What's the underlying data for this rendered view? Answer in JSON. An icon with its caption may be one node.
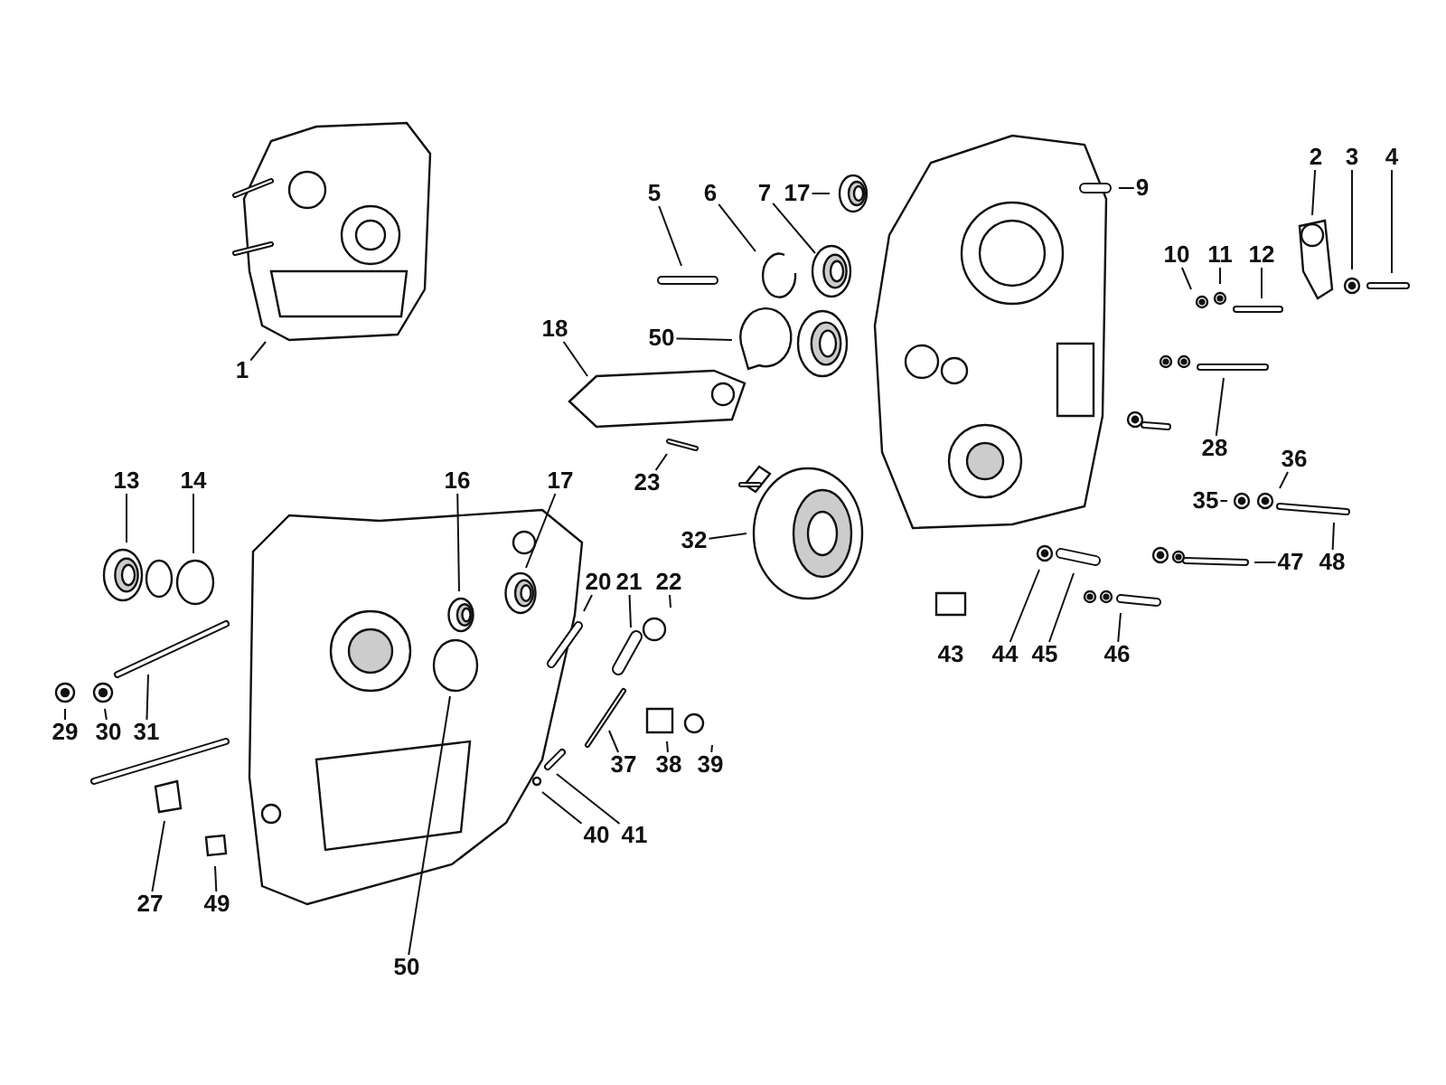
{
  "diagram": {
    "nodes": [
      {
        "text": [
          "1"
        ]
      },
      {
        "text": [
          "5"
        ]
      },
      {
        "text": [
          "6"
        ]
      },
      {
        "text": [
          "7"
        ]
      },
      {
        "text": [
          "17"
        ]
      },
      {
        "text": [
          "9"
        ]
      },
      {
        "text": [
          "2"
        ]
      },
      {
        "text": [
          "3"
        ]
      },
      {
        "text": [
          "4"
        ]
      },
      {
        "text": [
          "10"
        ]
      },
      {
        "text": [
          "11"
        ]
      },
      {
        "text": [
          "12"
        ]
      },
      {
        "text": [
          "50"
        ]
      },
      {
        "text": [
          "18"
        ]
      },
      {
        "text": [
          "28"
        ]
      },
      {
        "text": [
          "36"
        ]
      },
      {
        "text": [
          "35"
        ]
      },
      {
        "text": [
          "23"
        ]
      },
      {
        "text": [
          "32"
        ]
      },
      {
        "text": [
          "13"
        ]
      },
      {
        "text": [
          "14"
        ]
      },
      {
        "text": [
          "16"
        ]
      },
      {
        "text": [
          "17"
        ]
      },
      {
        "text": [
          "47"
        ]
      },
      {
        "text": [
          "48"
        ]
      },
      {
        "text": [
          "20"
        ]
      },
      {
        "text": [
          "21"
        ]
      },
      {
        "text": [
          "22"
        ]
      },
      {
        "text": [
          "44"
        ]
      },
      {
        "text": [
          "45"
        ]
      },
      {
        "text": [
          "46"
        ]
      },
      {
        "text": [
          "29"
        ]
      },
      {
        "text": [
          "30"
        ]
      },
      {
        "text": [
          "31"
        ]
      },
      {
        "text": [
          "37"
        ]
      },
      {
        "text": [
          "38"
        ]
      },
      {
        "text": [
          "39"
        ]
      },
      {
        "text": [
          "40"
        ]
      },
      {
        "text": [
          "41"
        ]
      },
      {
        "text": [
          "27"
        ]
      },
      {
        "text": [
          "49"
        ]
      },
      {
        "text": [
          "50"
        ]
      }
    ],
    "edges": [
      {
        "from": 0,
        "to": null,
        "arrow": "none"
      },
      {
        "from": 1,
        "to": null,
        "arrow": "none"
      },
      {
        "from": 2,
        "to": null,
        "arrow": "none"
      },
      {
        "from": 3,
        "to": null,
        "arrow": "none"
      },
      {
        "from": 4,
        "to": null,
        "arrow": "none"
      },
      {
        "from": 5,
        "to": null,
        "arrow": "none"
      },
      {
        "from": 6,
        "to": null,
        "arrow": "none"
      },
      {
        "from": 7,
        "to": null,
        "arrow": "none"
      },
      {
        "from": 8,
        "to": null,
        "arrow": "none"
      },
      {
        "from": 9,
        "to": null,
        "arrow": "none"
      },
      {
        "from": 10,
        "to": null,
        "arrow": "none"
      },
      {
        "from": 11,
        "to": null,
        "arrow": "none"
      },
      {
        "from": 12,
        "to": null,
        "arrow": "none"
      },
      {
        "from": 13,
        "to": null,
        "arrow": "none"
      },
      {
        "from": 14,
        "to": null,
        "arrow": "none"
      },
      {
        "from": 15,
        "to": null,
        "arrow": "none"
      },
      {
        "from": 16,
        "to": null,
        "arrow": "none"
      },
      {
        "from": 17,
        "to": null,
        "arrow": "none"
      },
      {
        "from": 18,
        "to": null,
        "arrow": "none"
      },
      {
        "from": 19,
        "to": null,
        "arrow": "none"
      },
      {
        "from": 20,
        "to": null,
        "arrow": "none"
      },
      {
        "from": 21,
        "to": null,
        "arrow": "none"
      },
      {
        "from": 22,
        "to": null,
        "arrow": "none"
      },
      {
        "from": 23,
        "to": null,
        "arrow": "none"
      },
      {
        "from": 24,
        "to": null,
        "arrow": "none"
      },
      {
        "from": 25,
        "to": null,
        "arrow": "none"
      },
      {
        "from": 26,
        "to": null,
        "arrow": "none"
      },
      {
        "from": 27,
        "to": null,
        "arrow": "none"
      },
      {
        "from": 28,
        "to": null,
        "arrow": "none"
      },
      {
        "from": 29,
        "to": null,
        "arrow": "none"
      },
      {
        "from": 30,
        "to": null,
        "arrow": "none"
      },
      {
        "from": 31,
        "to": null,
        "arrow": "none"
      },
      {
        "from": 32,
        "to": null,
        "arrow": "none"
      },
      {
        "from": 33,
        "to": null,
        "arrow": "none"
      },
      {
        "from": 34,
        "to": null,
        "arrow": "none"
      },
      {
        "from": 35,
        "to": null,
        "arrow": "none"
      },
      {
        "from": 36,
        "to": null,
        "arrow": "none"
      },
      {
        "from": 37,
        "to": null,
        "arrow": "none"
      },
      {
        "from": 38,
        "to": null,
        "arrow": "none"
      },
      {
        "from": 39,
        "to": null,
        "arrow": "none"
      },
      {
        "from": 40,
        "to": null,
        "arrow": "none"
      },
      {
        "from": 41,
        "to": null,
        "arrow": "none"
      }
    ],
    "labels": [
      "43"
    ]
  }
}
